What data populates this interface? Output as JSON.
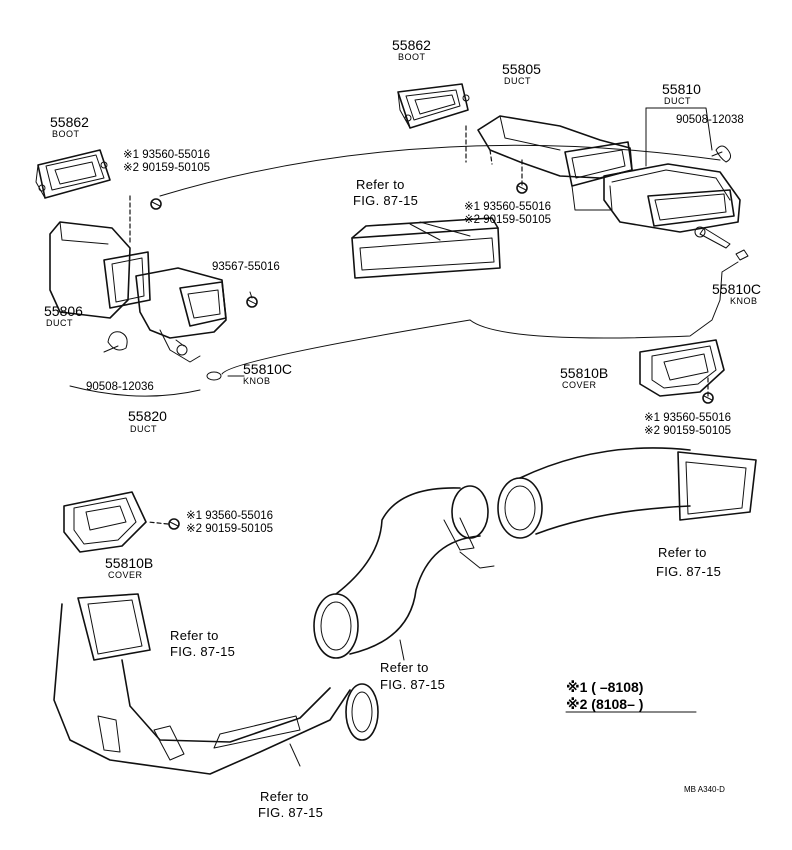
{
  "parts": {
    "boot_top": {
      "number": "55862",
      "name": "BOOT"
    },
    "boot_left": {
      "number": "55862",
      "name": "BOOT"
    },
    "duct_55805": {
      "number": "55805",
      "name": "DUCT"
    },
    "duct_55810": {
      "number": "55810",
      "name": "DUCT"
    },
    "duct_55806": {
      "number": "55806",
      "name": "DUCT"
    },
    "duct_55820": {
      "number": "55820",
      "name": "DUCT"
    },
    "knob_left": {
      "number": "55810C",
      "name": "KNOB"
    },
    "knob_right": {
      "number": "55810C",
      "name": "KNOB"
    },
    "cover_right": {
      "number": "55810B",
      "name": "COVER"
    },
    "cover_left": {
      "number": "55810B",
      "name": "COVER"
    },
    "clip_left": {
      "number": "90508-12036"
    },
    "clip_right": {
      "number": "90508-12038"
    },
    "screw_93567": {
      "number": "93567-55016"
    }
  },
  "screw_groups": {
    "upper_left": {
      "line1": "※1 93560-55016",
      "line2": "※2 90159-50105"
    },
    "upper_center": {
      "line1": "※1 93560-55016",
      "line2": "※2 90159-50105"
    },
    "right": {
      "line1": "※1 93560-55016",
      "line2": "※2 90159-50105"
    },
    "lower_left": {
      "line1": "※1 93560-55016",
      "line2": "※2 90159-50105"
    }
  },
  "refers": {
    "upper": {
      "line1": "Refer to",
      "line2": "FIG. 87-15"
    },
    "lower_right": {
      "line1": "Refer to",
      "line2": "FIG. 87-15"
    },
    "center": {
      "line1": "Refer to",
      "line2": "FIG. 87-15"
    },
    "lower_left": {
      "line1": "Refer to",
      "line2": "FIG. 87-15"
    },
    "bottom": {
      "line1": "Refer to",
      "line2": "FIG. 87-15"
    }
  },
  "legend": {
    "row1": "※1 (      –8108)",
    "row2": "※2 (8108–        )"
  },
  "drawing_code": "MB  A340-D"
}
